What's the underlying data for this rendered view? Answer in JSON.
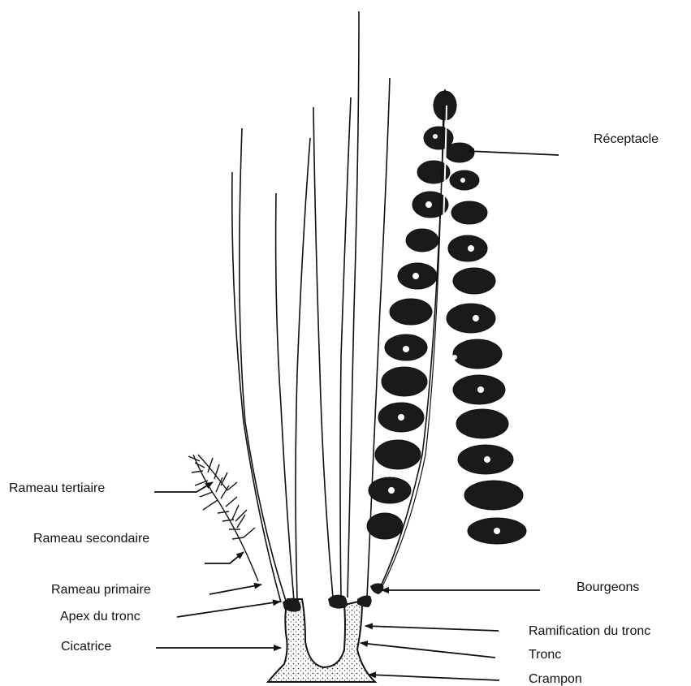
{
  "labels": {
    "receptacle": "Réceptacle",
    "rameau_tertiaire": "Rameau tertiaire",
    "rameau_secondaire": "Rameau secondaire",
    "rameau_primaire": "Rameau primaire",
    "apex_du_tronc": "Apex du tronc",
    "cicatrice": "Cicatrice",
    "bourgeons": "Bourgeons",
    "ramification_du_tronc": "Ramification du tronc",
    "tronc": "Tronc",
    "crampon": "Crampon"
  },
  "colors": {
    "ink": "#111111",
    "background": "#ffffff"
  }
}
